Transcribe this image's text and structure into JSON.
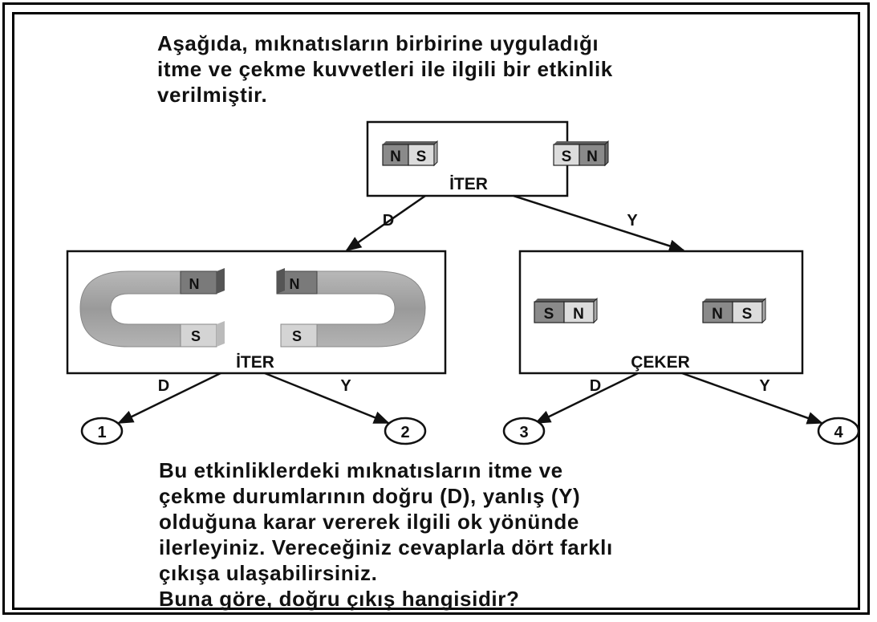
{
  "intro_lines": [
    "Aşağıda, mıknatısların birbirine uyguladığı",
    "itme ve çekme kuvvetleri ile ilgili bir etkinlik",
    "verilmiştir."
  ],
  "top_box": {
    "left_magnet": [
      "N",
      "S"
    ],
    "right_magnet": [
      "S",
      "N"
    ],
    "caption": "İTER"
  },
  "left_box": {
    "left_magnet": [
      "N",
      "S"
    ],
    "right_magnet": [
      "N",
      "S"
    ],
    "caption": "İTER"
  },
  "right_box": {
    "left_magnet": [
      "S",
      "N"
    ],
    "right_magnet": [
      "N",
      "S"
    ],
    "caption": "ÇEKER"
  },
  "branch_labels": {
    "top_left": "D",
    "top_right": "Y",
    "left_left": "D",
    "left_right": "Y",
    "right_left": "D",
    "right_right": "Y"
  },
  "exits": [
    "1",
    "2",
    "3",
    "4"
  ],
  "question_lines": [
    "Bu etkinliklerdeki mıknatısların itme ve",
    "çekme durumlarının doğru (D), yanlış (Y)",
    "olduğuna karar vererek ilgili ok yönünde",
    "ilerleyiniz. Vereceğiniz cevaplarla dört farklı",
    "çıkışa ulaşabilirsiniz."
  ],
  "final_question": "Buna göre, doğru çıkış hangisidir?"
}
